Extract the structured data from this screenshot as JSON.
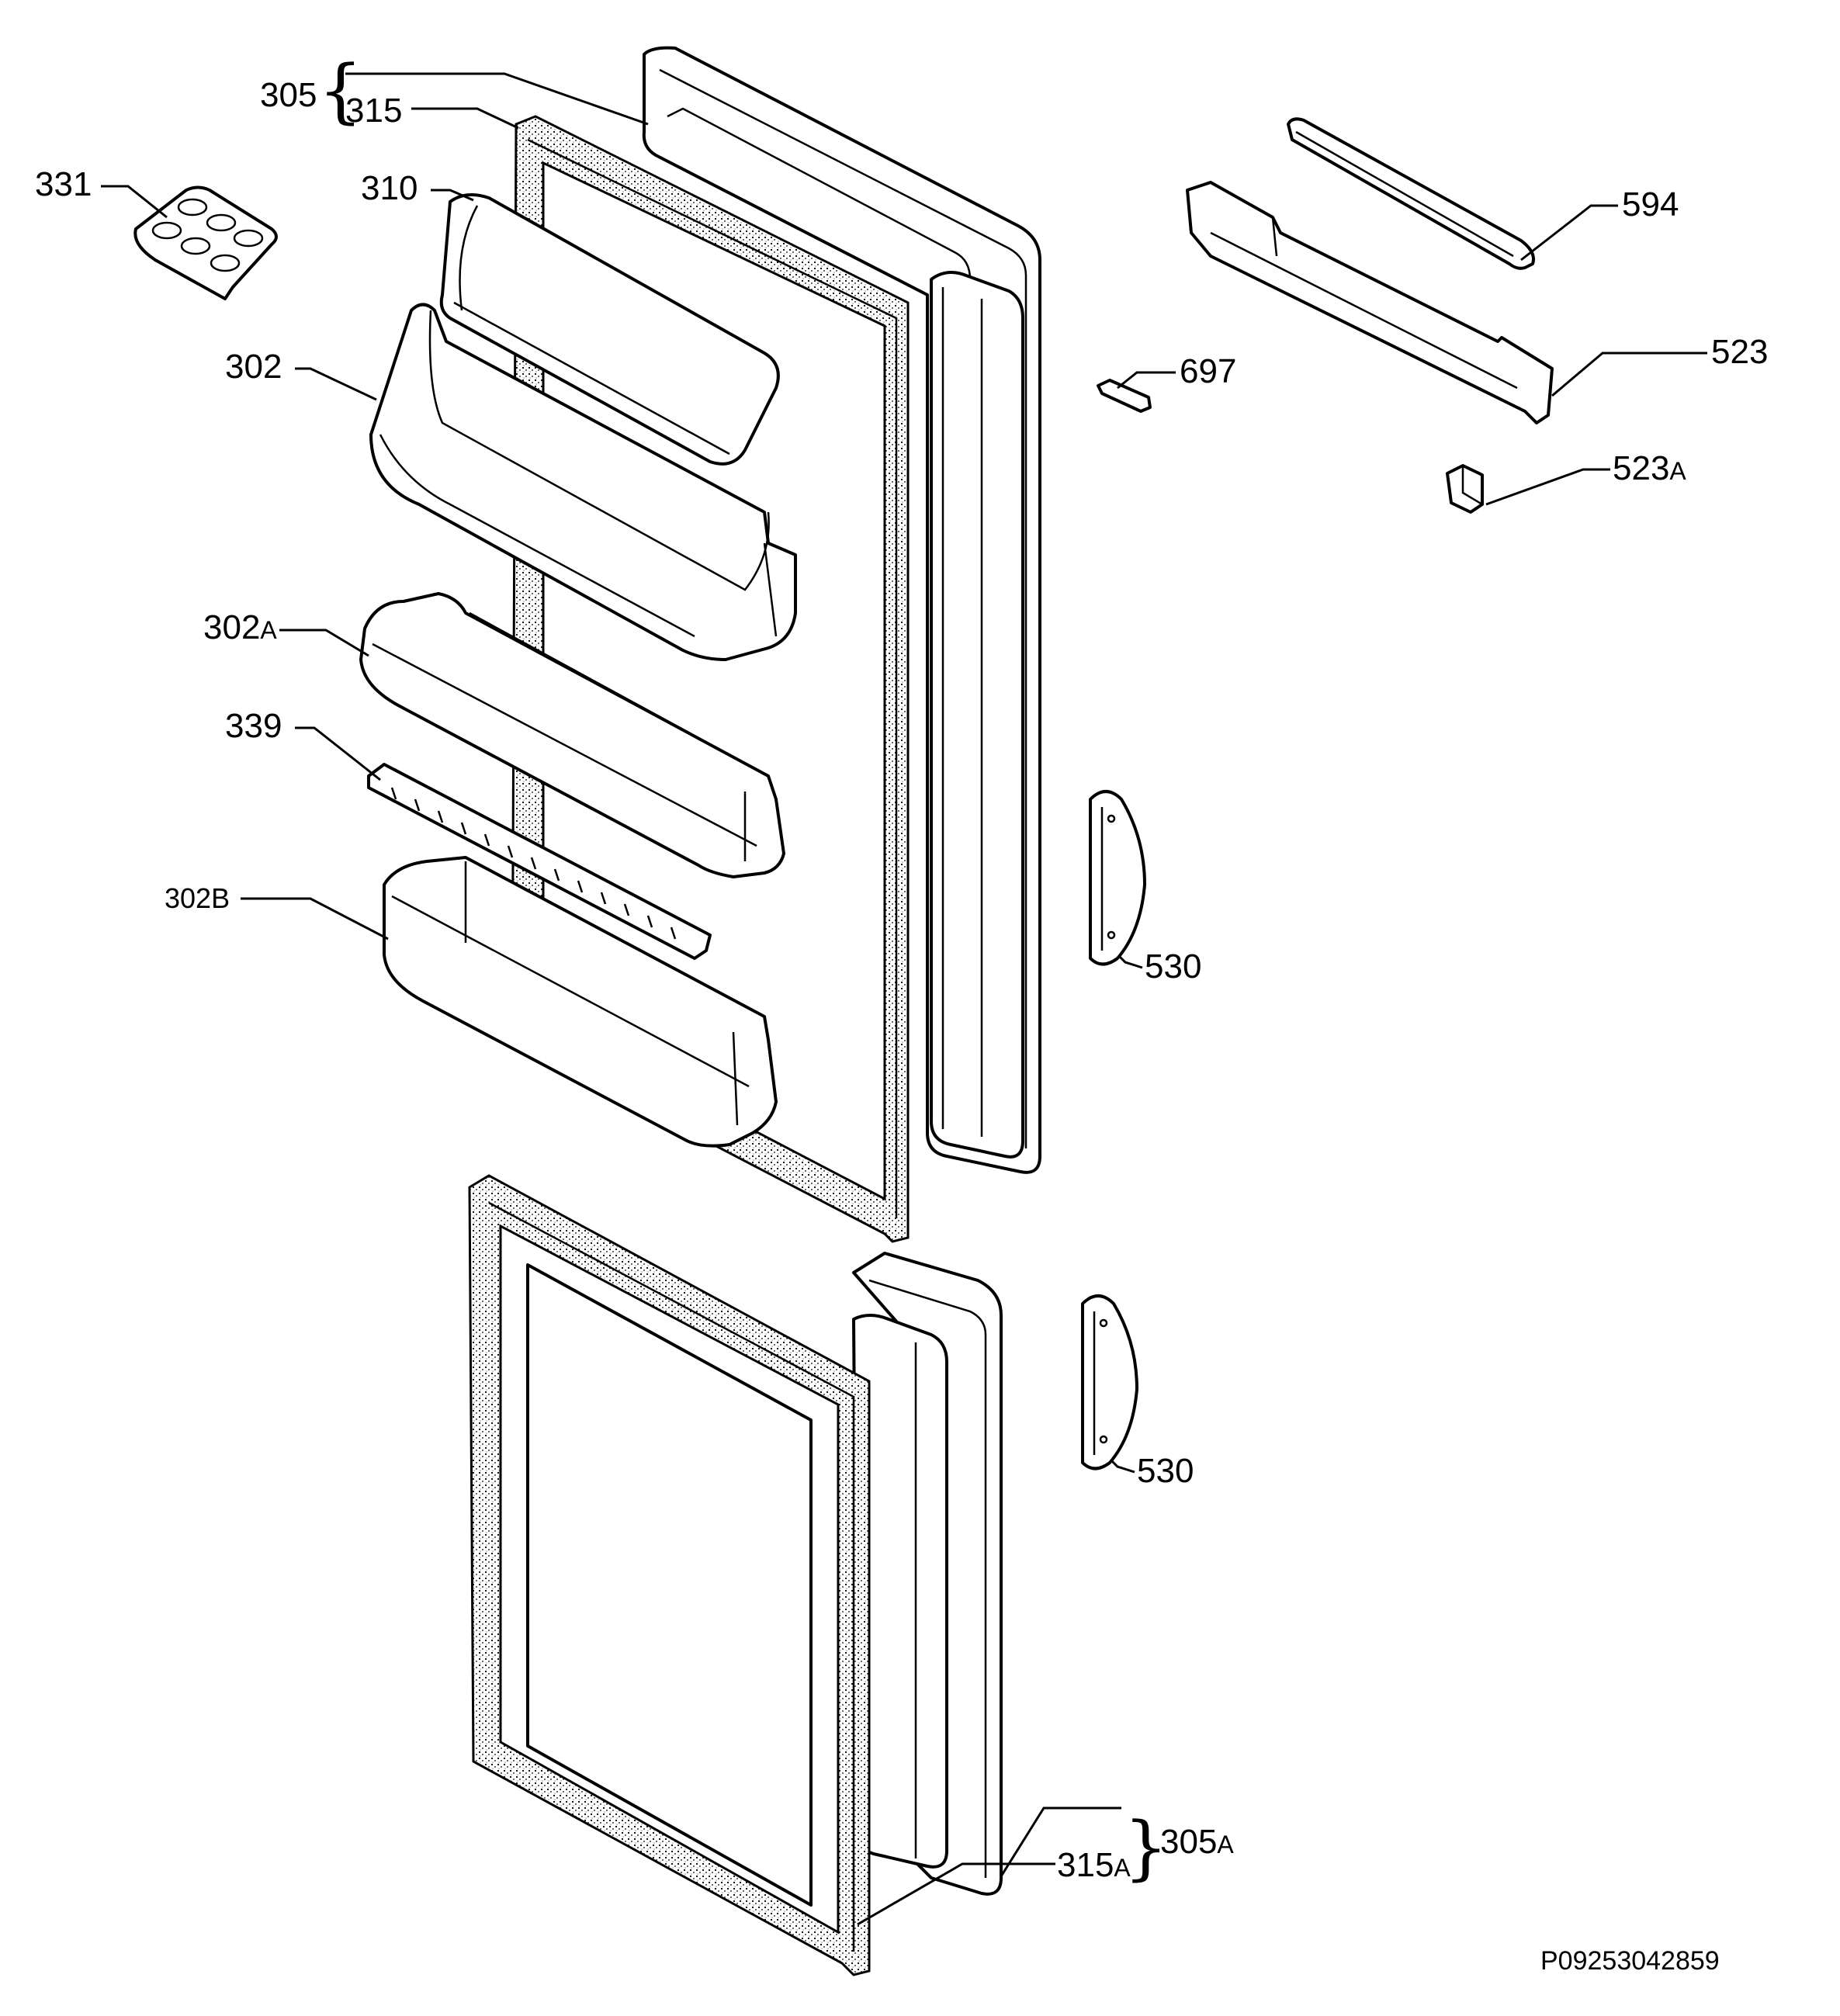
{
  "labels": {
    "p305": "305",
    "p315": "315",
    "p331": "331",
    "p310": "310",
    "p302": "302",
    "p302a_num": "302",
    "p302a_suf": "A",
    "p339": "339",
    "p302b": "302B",
    "p594": "594",
    "p697": "697",
    "p523": "523",
    "p523a_num": "523",
    "p523a_suf": "A",
    "p530_top": "530",
    "p530_bottom": "530",
    "p305a_num": "305",
    "p305a_suf": "A",
    "p315a_num": "315",
    "p315a_suf": "A",
    "brace_left": "{",
    "brace_right": "}"
  },
  "footer": {
    "drawing_number": "P09253042859"
  }
}
